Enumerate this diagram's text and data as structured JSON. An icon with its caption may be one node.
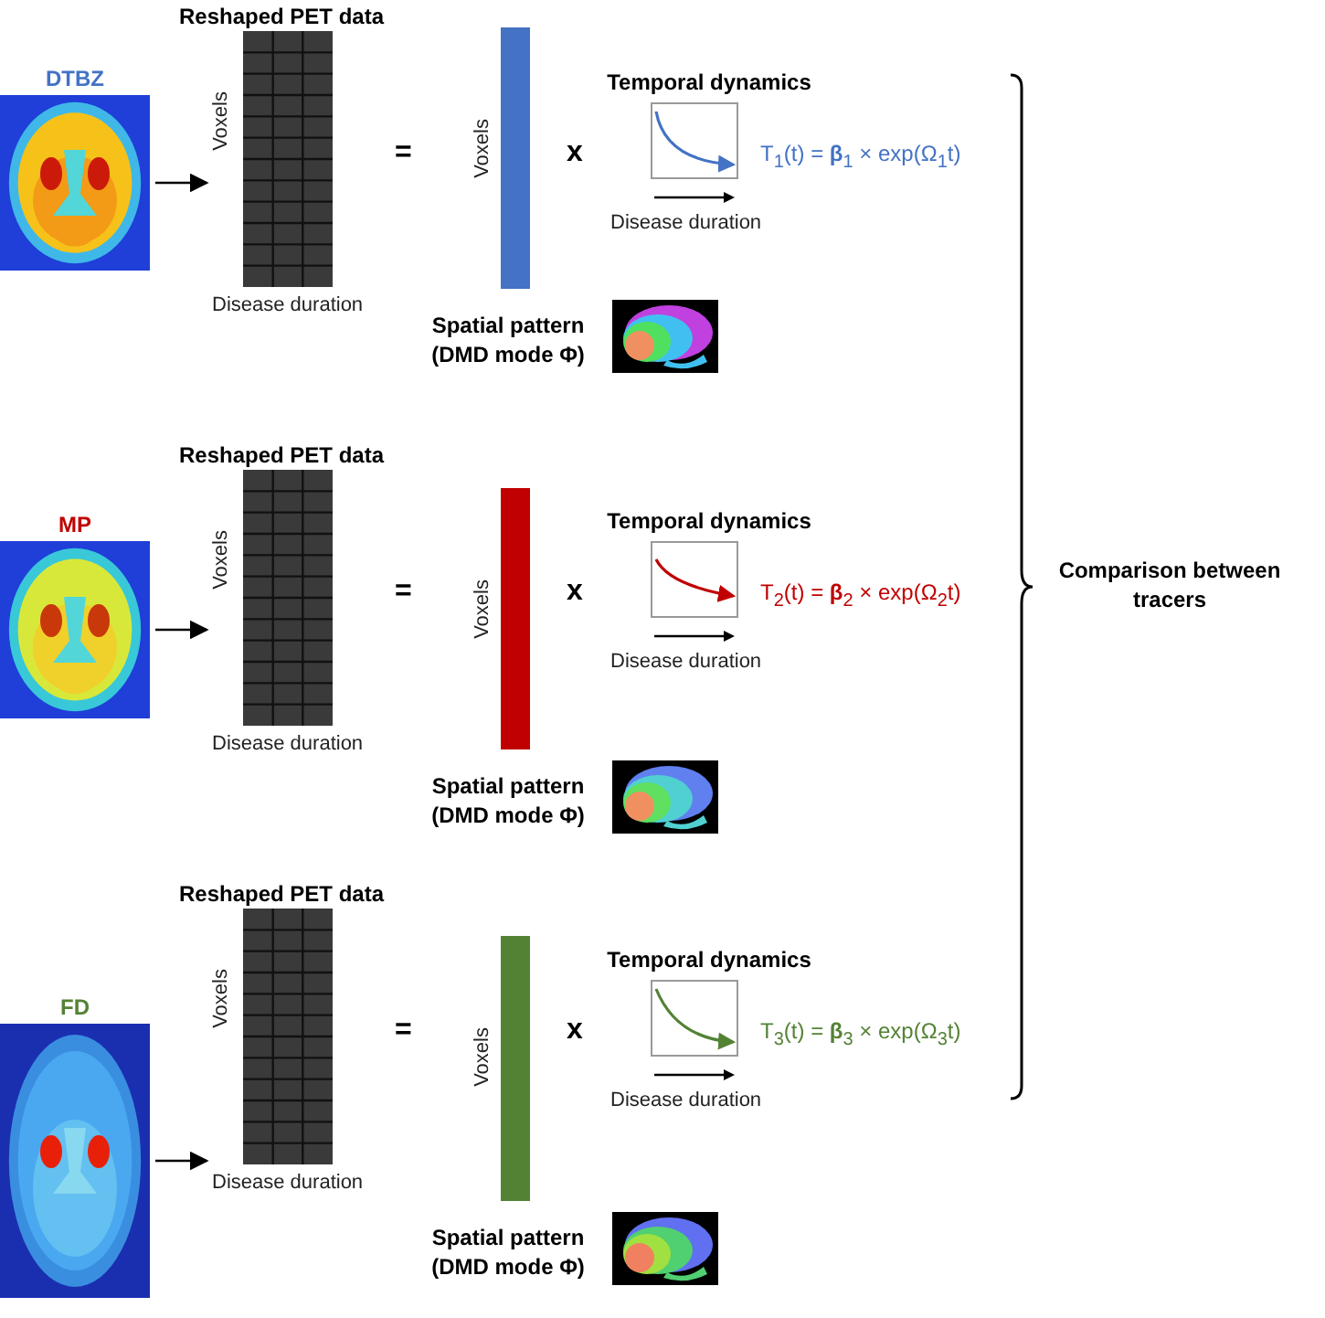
{
  "diagram": {
    "nodes": [
      {
        "text": [
          "DTBZ"
        ]
      },
      {
        "text": [
          "Reshaped PET data",
          "Voxels",
          "Disease duration"
        ]
      },
      {
        "text": [
          "Voxels"
        ]
      },
      {
        "text": [
          "Spatial pattern (DMD mode Φ)"
        ]
      },
      {
        "text": [
          "Temporal dynamics",
          "Disease duration"
        ]
      },
      {
        "text": [
          "MP"
        ]
      },
      {
        "text": [
          "Reshaped PET data",
          "Voxels",
          "Disease duration"
        ]
      },
      {
        "text": [
          "Voxels"
        ]
      },
      {
        "text": [
          "Spatial pattern (DMD mode Φ)"
        ]
      },
      {
        "text": [
          "Temporal dynamics",
          "Disease duration"
        ]
      },
      {
        "text": [
          "FD"
        ]
      },
      {
        "text": [
          "Reshaped PET data",
          "Voxels",
          "Disease duration"
        ]
      },
      {
        "text": [
          "Voxels"
        ]
      },
      {
        "text": [
          "Spatial pattern (DMD mode Φ)"
        ]
      },
      {
        "text": [
          "Temporal dynamics",
          "Disease duration"
        ]
      }
    ],
    "edges": [
      {
        "from": 0,
        "to": 1,
        "arrow": "to"
      },
      {
        "from": 5,
        "to": 6,
        "arrow": "to"
      },
      {
        "from": 10,
        "to": 11,
        "arrow": "to"
      }
    ],
    "labels": [
      "=",
      "x",
      "T$_{1}$(t) = **β**$_{1}$ × exp(Ω$_{1}$t)",
      "=",
      "x",
      "T$_{2}$(t) = **β**$_{2}$ × exp(Ω$_{2}$t)",
      "=",
      "x",
      "T$_{3}$(t) = **β**$_{3}$ × exp(Ω$_{3}$t)",
      "Comparison between tracers"
    ]
  }
}
